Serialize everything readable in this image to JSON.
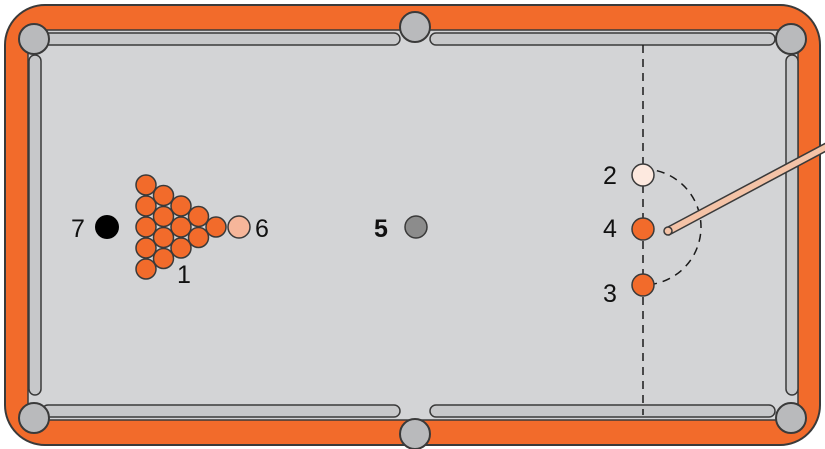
{
  "colors": {
    "rail": "#f26b2b",
    "felt": "#d3d4d6",
    "cushion": "#c7c8ca",
    "pocket": "#b9babc",
    "outline": "#3a3a3a",
    "red_ball": "#f26b2b",
    "pale_ball": "#f6b69a",
    "cream_ball": "#fde9df",
    "black_ball": "#000000",
    "grey_ball": "#8c8c8c",
    "cue": "#f4c3a7"
  },
  "labels": {
    "l1": "1",
    "l2": "2",
    "l3": "3",
    "l4": "4",
    "l5": "5",
    "l6": "6",
    "l7": "7"
  }
}
